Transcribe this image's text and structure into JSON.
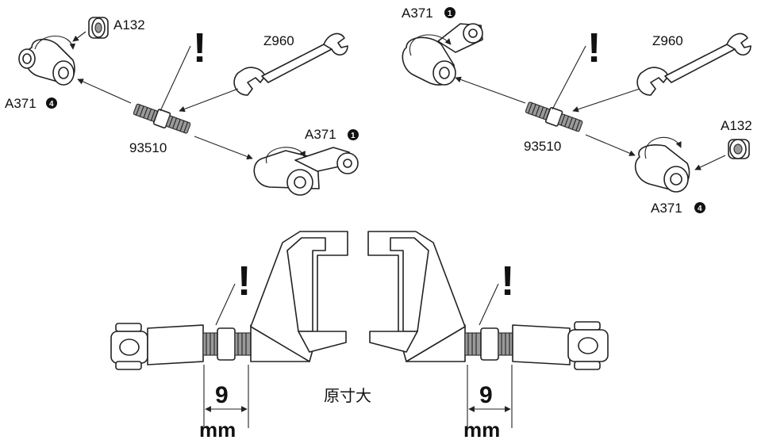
{
  "labels": {
    "left_A132": "A132",
    "left_A371_top": "A371",
    "left_A371_top_badge": "4",
    "left_Z960": "Z960",
    "left_93510": "93510",
    "left_A371_bottom": "A371",
    "left_A371_bottom_badge": "1",
    "right_A371_top": "A371",
    "right_A371_top_badge": "1",
    "right_Z960": "Z960",
    "right_93510": "93510",
    "right_A132": "A132",
    "right_A371_bottom": "A371",
    "right_A371_bottom_badge": "4",
    "warning_mark": "!",
    "center_caption": "原寸大",
    "left_dimension_value": "9",
    "left_dimension_unit": "mm",
    "right_dimension_value": "9",
    "right_dimension_unit": "mm"
  },
  "colors": {
    "line": "#222222",
    "thread_fill": "#9a9a9a",
    "background": "#ffffff"
  },
  "icons": [
    "rotation-arrow-icon",
    "exclamation-icon",
    "wrench-icon",
    "badge-number-icon"
  ]
}
